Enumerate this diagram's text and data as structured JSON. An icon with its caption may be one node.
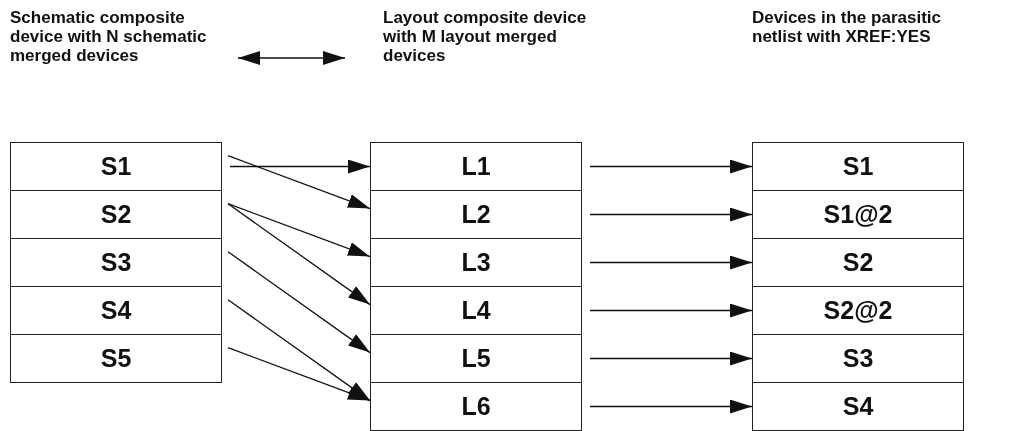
{
  "diagram": {
    "nodes": [
      {
        "text": [
          "Schematic composite device with N schematic merged devices"
        ]
      },
      {
        "text": [
          "Layout composite device with M layout merged devices"
        ]
      },
      {
        "text": [
          "S1"
        ]
      },
      {
        "text": [
          "S2"
        ]
      },
      {
        "text": [
          "S3"
        ]
      },
      {
        "text": [
          "S4"
        ]
      },
      {
        "text": [
          "S5"
        ]
      },
      {
        "text": [
          "L1"
        ]
      },
      {
        "text": [
          "L2"
        ]
      },
      {
        "text": [
          "L3"
        ]
      },
      {
        "text": [
          "L4"
        ]
      },
      {
        "text": [
          "L5"
        ]
      },
      {
        "text": [
          "L6"
        ]
      },
      {
        "text": [
          "S1"
        ]
      },
      {
        "text": [
          "S1@2"
        ]
      },
      {
        "text": [
          "S2"
        ]
      },
      {
        "text": [
          "S2@2"
        ]
      },
      {
        "text": [
          "S3"
        ]
      },
      {
        "text": [
          "S4"
        ]
      }
    ],
    "edges": [
      {
        "from": 0,
        "to": 1,
        "arrow": "both"
      },
      {
        "from": 2,
        "to": 7,
        "arrow": "to"
      },
      {
        "from": 2,
        "to": 8,
        "arrow": "to"
      },
      {
        "from": 3,
        "to": 9,
        "arrow": "to"
      },
      {
        "from": 3,
        "to": 10,
        "arrow": "to"
      },
      {
        "from": 4,
        "to": 11,
        "arrow": "to"
      },
      {
        "from": 5,
        "to": 12,
        "arrow": "to"
      },
      {
        "from": 6,
        "to": 12,
        "arrow": "to"
      },
      {
        "from": 7,
        "to": 13,
        "arrow": "to"
      },
      {
        "from": 8,
        "to": 14,
        "arrow": "to"
      },
      {
        "from": 9,
        "to": 15,
        "arrow": "to"
      },
      {
        "from": 10,
        "to": 16,
        "arrow": "to"
      },
      {
        "from": 11,
        "to": 17,
        "arrow": "to"
      },
      {
        "from": 12,
        "to": 18,
        "arrow": "to"
      }
    ],
    "labels": [
      "Devices in the parasitic netlist with XREF:YES"
    ]
  }
}
